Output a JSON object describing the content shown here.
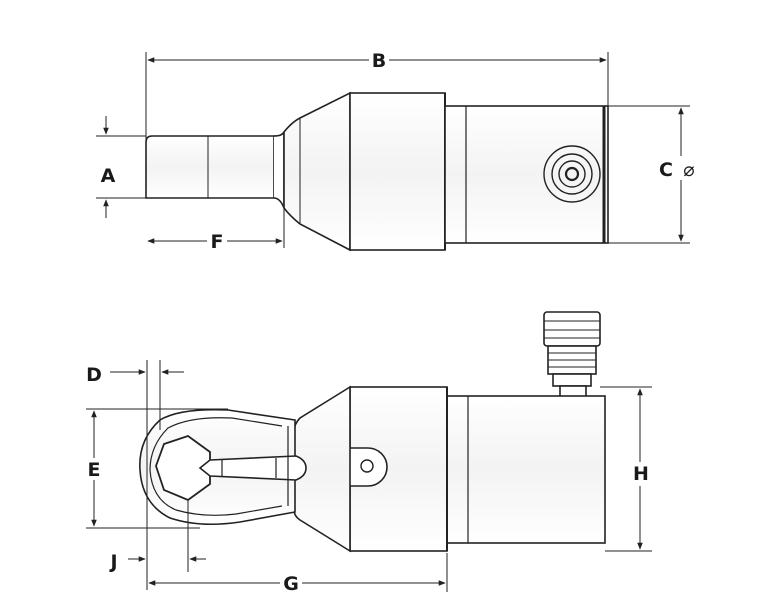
{
  "diagram": {
    "top_view": {
      "labels": {
        "a": "A",
        "b": "B",
        "c": "C",
        "c_symbol": "⌀",
        "f": "F"
      }
    },
    "bottom_view": {
      "labels": {
        "d": "D",
        "e": "E",
        "g": "G",
        "h": "H",
        "j": "J"
      }
    }
  }
}
